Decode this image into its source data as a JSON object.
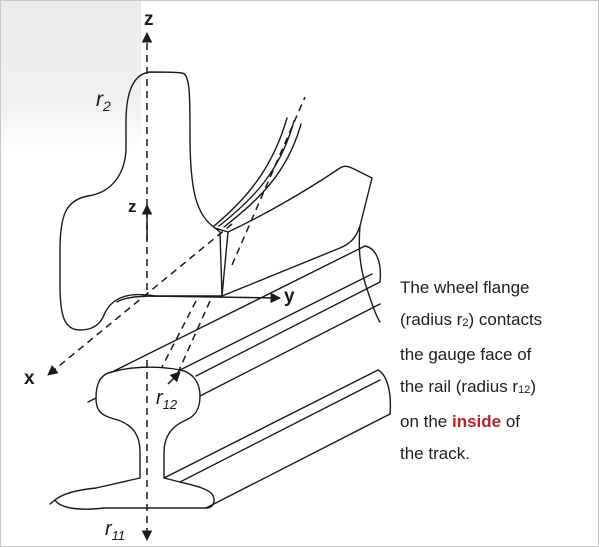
{
  "axis_labels": {
    "z_top": "z",
    "z_mid": "z",
    "y": "y",
    "x": "x"
  },
  "radius_labels": {
    "r2": {
      "base": "r",
      "sub": "2"
    },
    "r12": {
      "base": "r",
      "sub": "12"
    },
    "r11": {
      "base": "r",
      "sub": "11"
    }
  },
  "caption": {
    "line1": "The wheel flange",
    "line2_pre": "(radius r",
    "line2_sub": "2",
    "line2_post": ") contacts",
    "line3": "the gauge face of",
    "line4_pre": "the rail (radius r",
    "line4_sub": "12",
    "line4_post": ")",
    "line5_pre": "on the ",
    "line5_highlight": "inside",
    "line5_post": " of",
    "line6": "the track."
  },
  "colors": {
    "highlight": "#b3262a",
    "ink": "#1a1a1a"
  }
}
